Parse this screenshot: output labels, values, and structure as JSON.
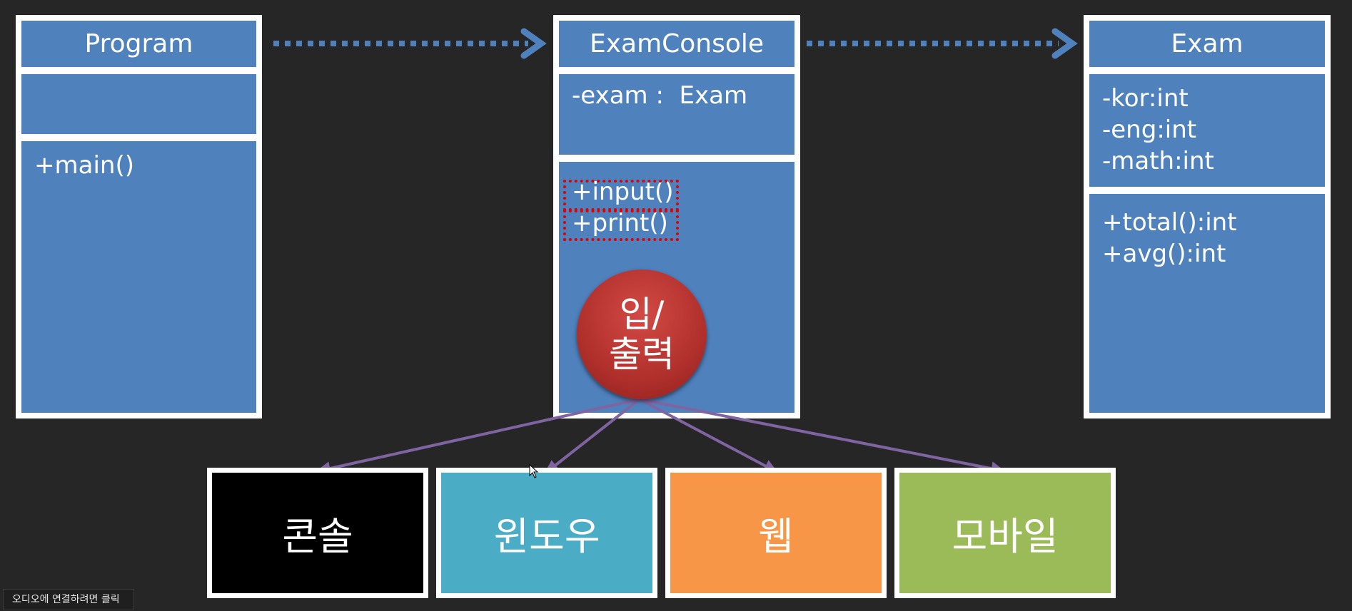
{
  "classes": {
    "program": {
      "name": "Program",
      "attributes": [],
      "methods": [
        "+main()"
      ]
    },
    "examconsole": {
      "name": "ExamConsole",
      "attributes": [
        "-exam :  Exam"
      ],
      "methods": [
        "+input()",
        "+print()"
      ]
    },
    "exam": {
      "name": "Exam",
      "attributes": [
        "-kor:int",
        "-eng:int",
        "-math:int"
      ],
      "methods": [
        "+total():int",
        "+avg():int"
      ]
    }
  },
  "io_badge": {
    "line1": "입/",
    "line2": "출력"
  },
  "targets": [
    {
      "label": "콘솔",
      "color": "#000000"
    },
    {
      "label": "윈도우",
      "color": "#4bacc6"
    },
    {
      "label": "웹",
      "color": "#f79646"
    },
    {
      "label": "모바일",
      "color": "#9bbb59"
    }
  ],
  "colors": {
    "class_fill": "#4f81bd",
    "dependency_arrow": "#4f81bd",
    "io_arrow": "#8064a2",
    "highlight": "#e00000"
  },
  "status_bar": {
    "text": "오디오에 연결하려면 클릭"
  }
}
